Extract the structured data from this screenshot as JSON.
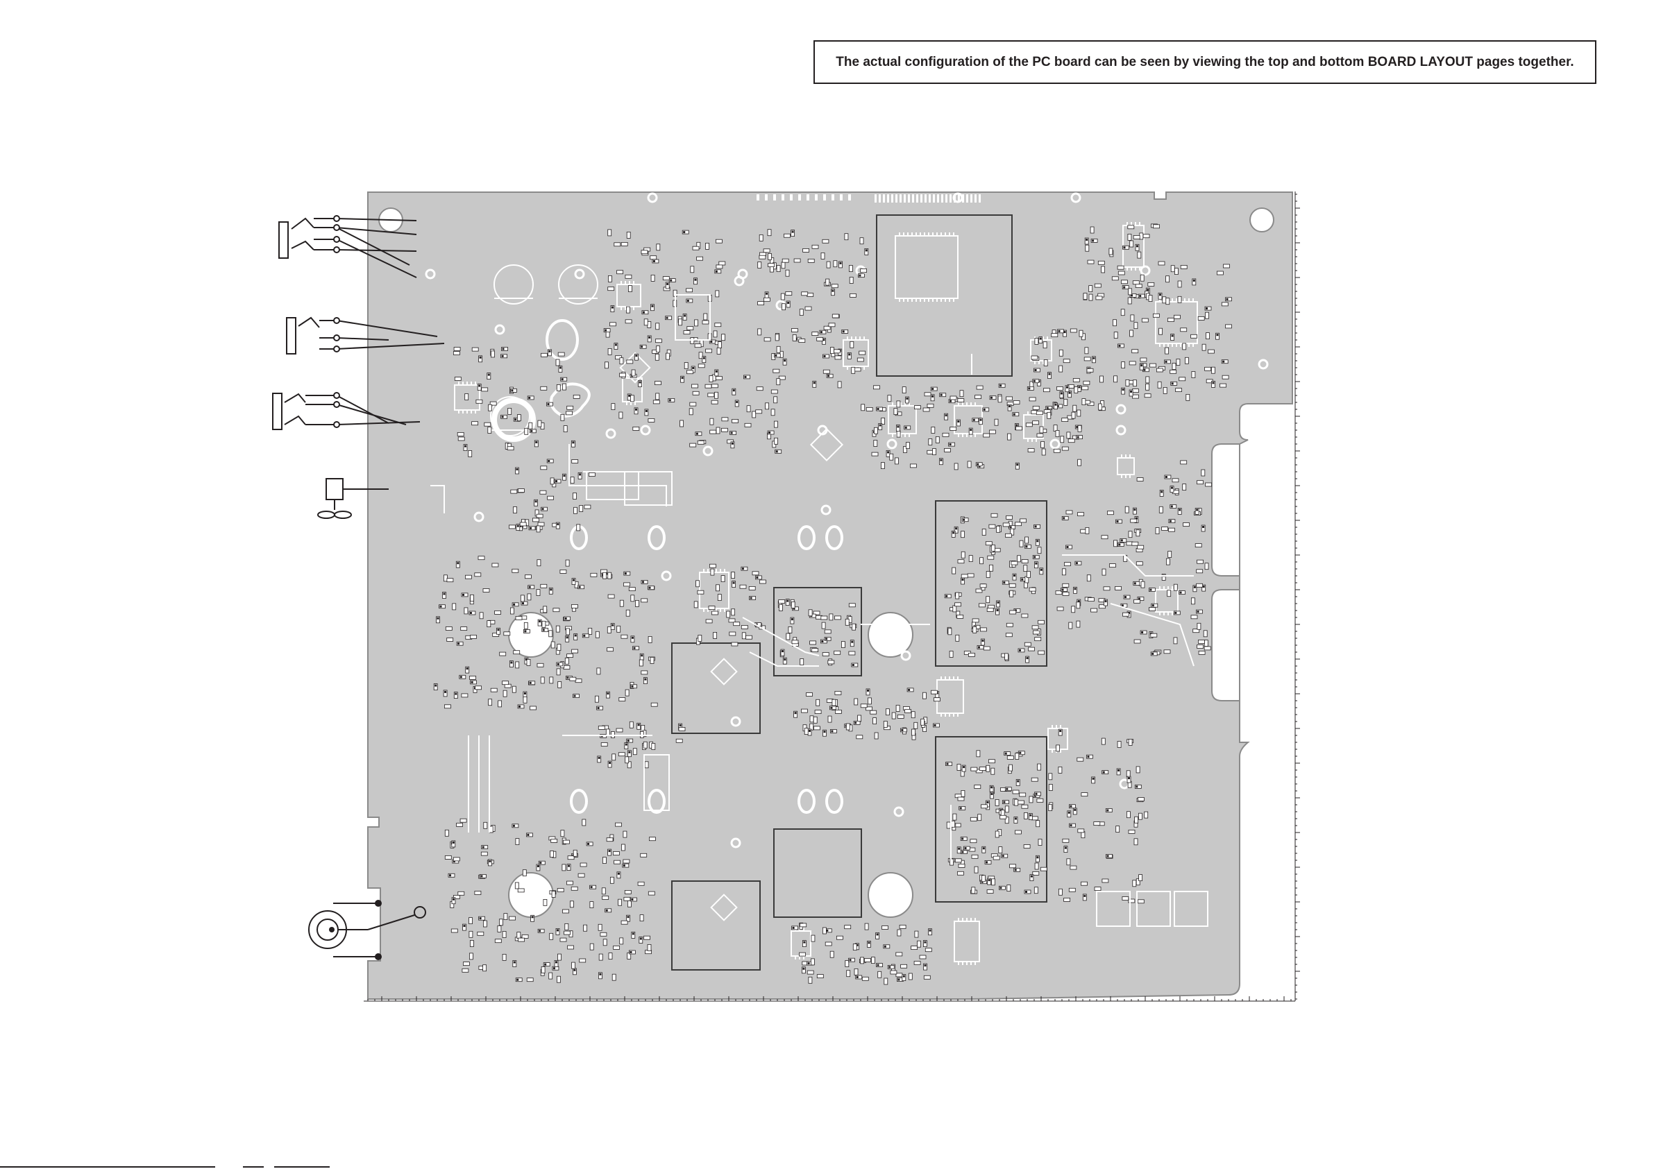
{
  "note": {
    "text": "The actual configuration of the PC board can be seen by viewing the top and bottom BOARD LAYOUT pages together."
  },
  "colors": {
    "board_fill": "#c8c8c8",
    "trace": "#ffffff",
    "ink": "#231f20",
    "shield_outline": "#3a3a3a"
  },
  "connectors": [
    {
      "name": "jack-1",
      "type": "switched-jack"
    },
    {
      "name": "jack-2",
      "type": "switched-jack"
    },
    {
      "name": "jack-3",
      "type": "switched-jack"
    },
    {
      "name": "connector-4",
      "type": "two-pin-connector"
    },
    {
      "name": "connector-5",
      "type": "coaxial-jack"
    }
  ]
}
